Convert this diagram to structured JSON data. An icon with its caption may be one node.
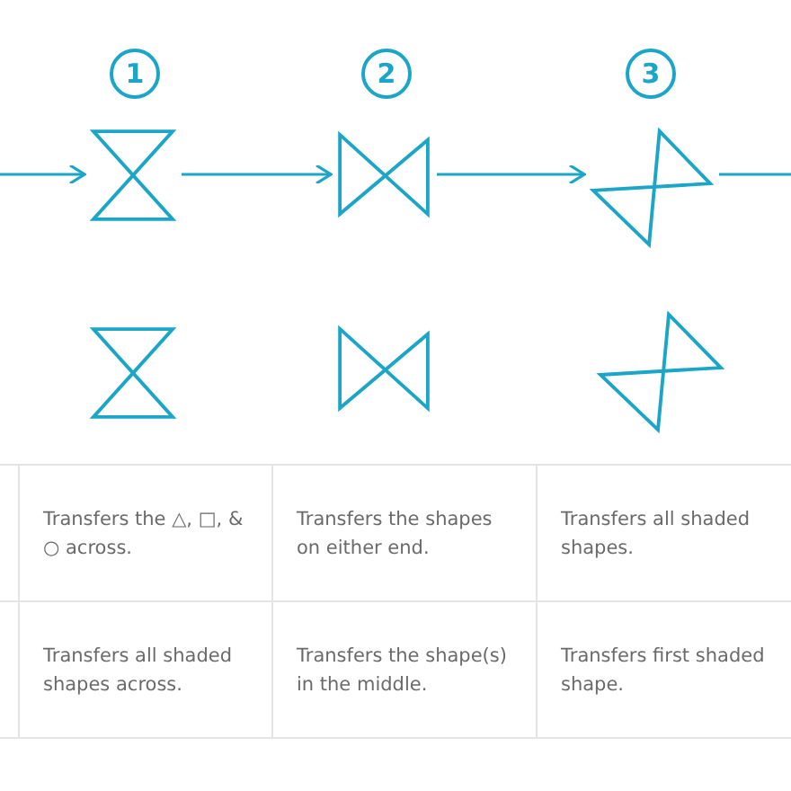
{
  "diagram": {
    "nodes": [
      {
        "text": [],
        "shape": "hourglass"
      },
      {
        "text": [],
        "shape": "bowtie"
      },
      {
        "text": [],
        "shape": "hourglass"
      },
      {
        "text": [],
        "shape": "hourglass"
      },
      {
        "text": [],
        "shape": "bowtie"
      },
      {
        "text": [],
        "shape": "hourglass"
      }
    ],
    "edges": [
      {
        "from": null,
        "to": 0,
        "arrow": "to"
      },
      {
        "from": 0,
        "to": 1,
        "arrow": "to"
      },
      {
        "from": 1,
        "to": 2,
        "arrow": "to"
      },
      {
        "from": 2,
        "to": null,
        "arrow": "none"
      }
    ],
    "labels": [
      "1",
      "2",
      "3",
      "Transfers the △, □, & ○ across.",
      "Transfers the shapes on either end.",
      "Transfers all shaded shapes.",
      "Transfers all shaded shapes across.",
      "Transfers the shape(s) in the middle.",
      "Transfers first shaded shape."
    ]
  }
}
